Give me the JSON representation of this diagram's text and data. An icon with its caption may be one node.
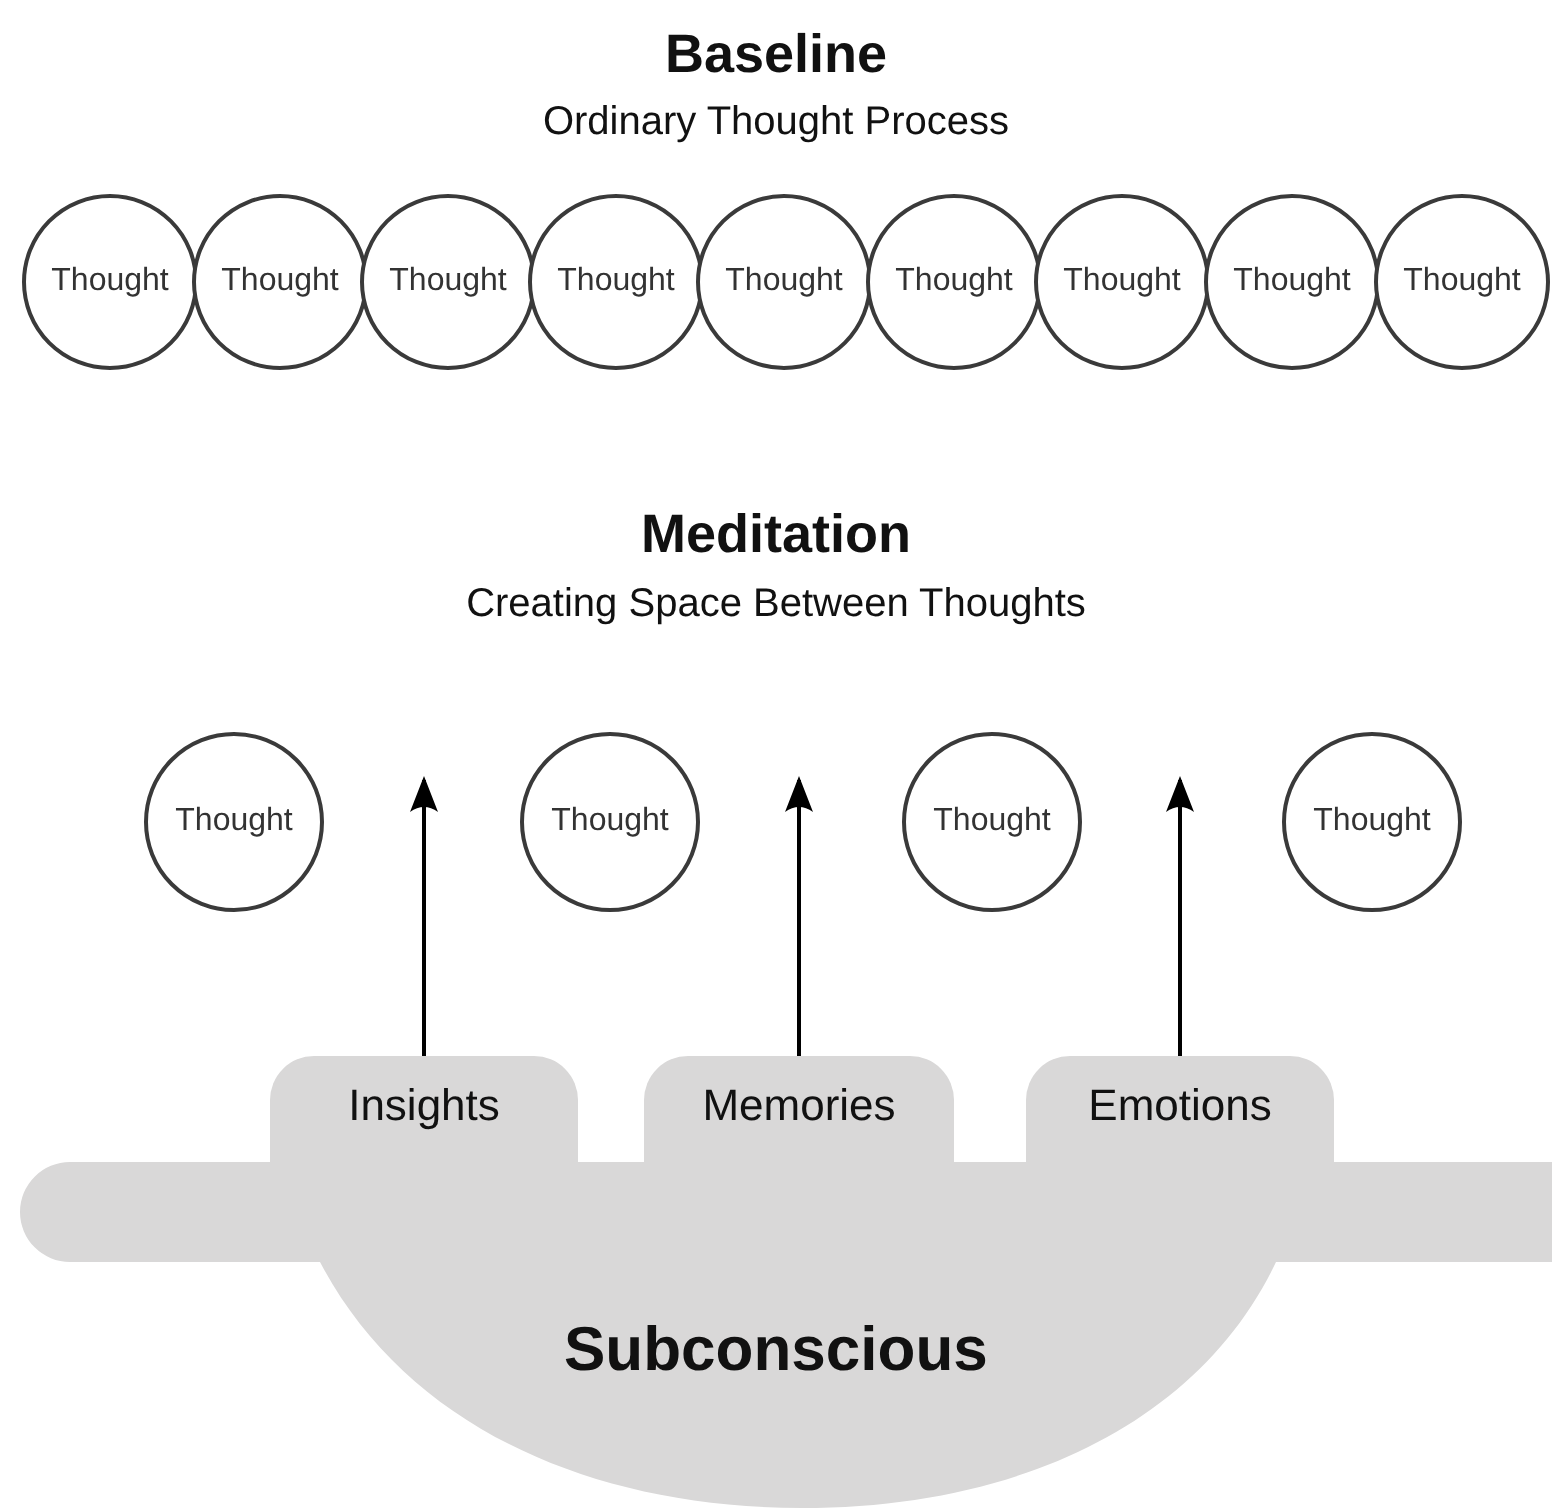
{
  "diagram": {
    "nodes": [
      {
        "text": [
          "Thought"
        ]
      },
      {
        "text": [
          "Thought"
        ]
      },
      {
        "text": [
          "Thought"
        ]
      },
      {
        "text": [
          "Thought"
        ]
      },
      {
        "text": [
          "Thought"
        ]
      },
      {
        "text": [
          "Thought"
        ]
      },
      {
        "text": [
          "Thought"
        ]
      },
      {
        "text": [
          "Thought"
        ]
      },
      {
        "text": [
          "Thought"
        ]
      },
      {
        "text": [
          "Thought"
        ]
      },
      {
        "text": [
          "Thought"
        ]
      },
      {
        "text": [
          "Thought"
        ]
      },
      {
        "text": [
          "Thought"
        ]
      },
      {
        "text": [
          "Subconscious"
        ]
      },
      {
        "text": [
          "Insights"
        ]
      },
      {
        "text": [
          "Memories"
        ]
      },
      {
        "text": [
          "Emotions"
        ]
      }
    ],
    "edges": [
      {
        "from": 14,
        "to": null,
        "arrow": "to"
      },
      {
        "from": 15,
        "to": null,
        "arrow": "to"
      },
      {
        "from": 16,
        "to": null,
        "arrow": "to"
      }
    ],
    "labels": [
      "Baseline",
      "Ordinary Thought Process",
      "Meditation",
      "Creating Space Between Thoughts"
    ]
  }
}
